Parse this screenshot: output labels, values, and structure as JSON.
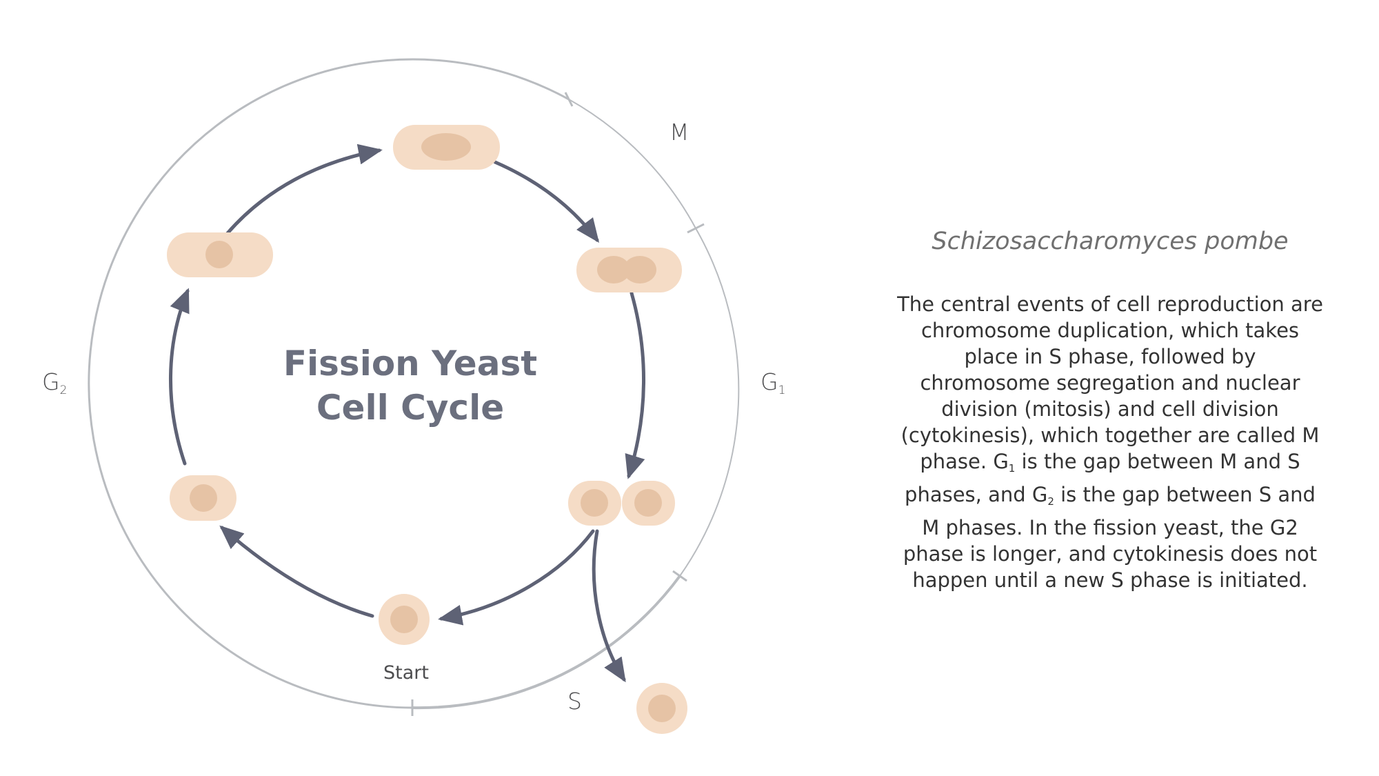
{
  "diagram": {
    "title_line1": "Fission Yeast",
    "title_line2": "Cell Cycle",
    "phases": {
      "m": "M",
      "g1_main": "G",
      "g1_sub": "1",
      "g2_main": "G",
      "g2_sub": "2",
      "s": "S"
    },
    "start_label": "Start",
    "colors": {
      "cell_outer": "#f5dcc6",
      "cell_nucleus": "#e6c3a5",
      "arrow": "#5e6275",
      "ring": "#b9bcc0"
    }
  },
  "info": {
    "species": "Schizosaccharomyces pombe",
    "part1": "The central events of cell reproduction are chromosome duplication, which takes place in S phase, followed by chromosome segregation and nuclear division (mitosis) and cell division (cytokinesis), which together are called M phase. G",
    "sub1": "1",
    "part2": " is the gap between M and S phases, and G",
    "sub2": "2",
    "part3": " is the gap between S and M phases. In the fission yeast, the G2 phase is longer, and cytokinesis does not happen until a new S phase is initiated."
  }
}
